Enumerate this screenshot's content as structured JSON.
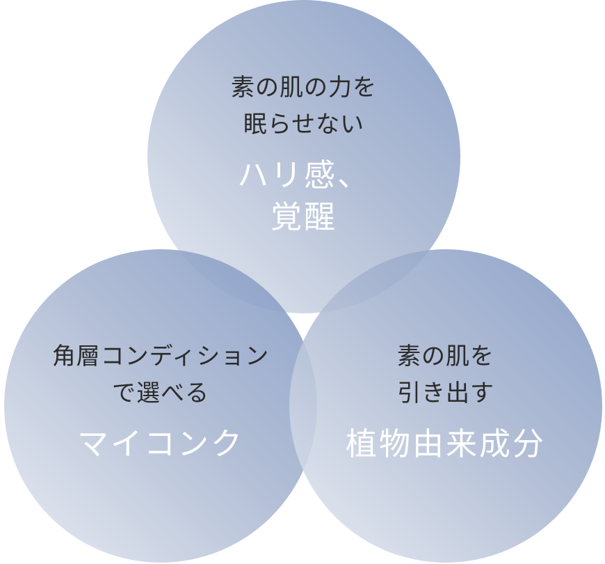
{
  "circles": [
    {
      "sub_lines": [
        "素の肌の力を",
        "眠らせない"
      ],
      "main_lines": [
        "ハリ感、",
        "覚醒"
      ]
    },
    {
      "sub_lines": [
        "角層コンディション",
        "で選べる"
      ],
      "main_lines": [
        "マイコンク"
      ]
    },
    {
      "sub_lines": [
        "素の肌を",
        "引き出す"
      ],
      "main_lines": [
        "植物由来成分"
      ]
    }
  ],
  "colors": {
    "circle_dark": "#7e96c2",
    "circle_mid": "#a7b5d0",
    "circle_light": "#e6eaf1",
    "sub_text": "#2b2b2b",
    "main_text": "#ffffff"
  }
}
